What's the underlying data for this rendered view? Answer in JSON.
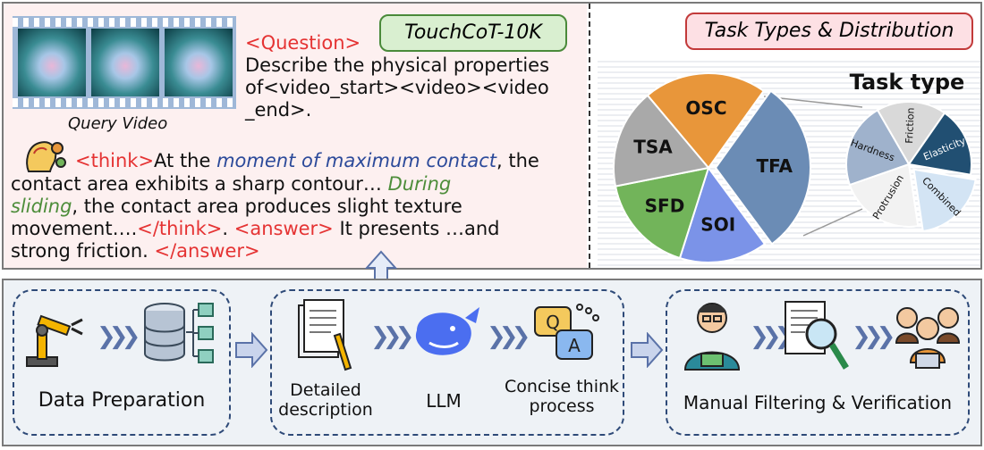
{
  "header": {
    "dataset_name": "TouchCoT-10K",
    "dist_title": "Task Types & Distribution"
  },
  "query": {
    "video_caption": "Query Video",
    "question_tag": "<Question>",
    "question_text_1": "Describe the physical properties",
    "question_text_2": "of<video_start><video><video",
    "question_text_3": "_end>."
  },
  "reasoning": {
    "think_open": "<think>",
    "line1_a": "At the ",
    "line1_b": "moment of maximum contact",
    "line1_c": ", the",
    "line2_a": "contact area exhibits a sharp contour… ",
    "line2_b": "During",
    "line3_a": "sliding",
    "line3_b": ", the contact area produces slight texture",
    "line4_a": "movement….",
    "think_close": "</think>",
    "line4_b": ". ",
    "answer_open": "<answer>",
    "line4_c": " It presents …and",
    "line5_a": "strong friction. ",
    "answer_close": "</answer>"
  },
  "chart_data": {
    "type": "pie",
    "title": "Task type",
    "slices": [
      {
        "label": "OSC",
        "value": 21,
        "color": "#e8963a"
      },
      {
        "label": "TFA",
        "value": 30,
        "color": "#6b8cb5"
      },
      {
        "label": "SOI",
        "value": 15,
        "color": "#7b93e8"
      },
      {
        "label": "SFD",
        "value": 17,
        "color": "#72b45a"
      },
      {
        "label": "TSA",
        "value": 17,
        "color": "#a9a9a9"
      }
    ],
    "sub_slices": [
      {
        "label": "Friction",
        "value": 18,
        "color": "#d9d9d9"
      },
      {
        "label": "Elasticity",
        "value": 18,
        "color": "#214f72"
      },
      {
        "label": "Combined",
        "value": 20,
        "color": "#d3e4f4"
      },
      {
        "label": "Protrusion",
        "value": 22,
        "color": "#f2f2f2"
      },
      {
        "label": "Hardness",
        "value": 22,
        "color": "#9fb2cc"
      }
    ]
  },
  "pipeline": {
    "data_prep_label": "Data Preparation",
    "detailed_label_1": "Detailed",
    "detailed_label_2": "description",
    "llm_label": "LLM",
    "concise_label_1": "Concise think",
    "concise_label_2": "process",
    "manual_label": "Manual Filtering & Verification",
    "qa_q": "Q",
    "qa_a": "A"
  },
  "icons": [
    "robot-arm-icon",
    "database-icon",
    "document-pen-icon",
    "whale-llm-icon",
    "qa-chat-icon",
    "person-laptop-icon",
    "magnifier-document-icon",
    "team-icon",
    "brain-gear-icon"
  ],
  "colors": {
    "accent_red": "#e53333",
    "blue_text": "#2c4a9a",
    "green_text": "#4d8d3a",
    "badge_green": "#d9efd0",
    "badge_pink": "#fde0e4"
  }
}
